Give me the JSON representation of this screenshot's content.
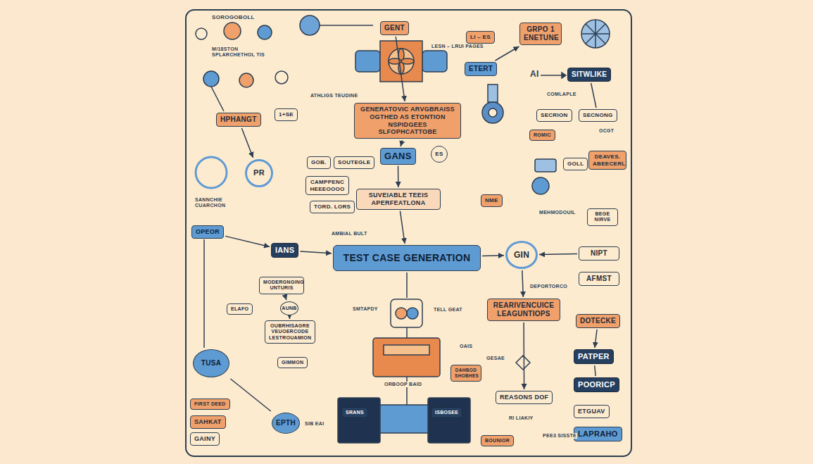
{
  "diagram": {
    "nodes": [
      {
        "text": [
          "GENT"
        ]
      },
      {
        "text": [
          "LI – ES"
        ]
      },
      {
        "text": [
          "GRPO 1 ENETUNE"
        ]
      },
      {
        "text": [
          "ETERT"
        ]
      },
      {
        "text": [
          "SITWLIKE"
        ]
      },
      {
        "text": [
          "HPHANGT"
        ]
      },
      {
        "text": [
          "1+SE"
        ]
      },
      {
        "text": [
          "GENERATOVIC ARVGBRAISS OGTHED AS ETONTION NSPIDGEES SLFOPHCATTOBE"
        ]
      },
      {
        "text": [
          "SECRION"
        ]
      },
      {
        "text": [
          "SECNONG"
        ]
      },
      {
        "text": [
          "ROMIC"
        ]
      },
      {
        "text": [
          "GOB."
        ]
      },
      {
        "text": [
          "SOUTEGLE"
        ]
      },
      {
        "text": [
          "GANS"
        ]
      },
      {
        "text": [
          "ES"
        ]
      },
      {
        "text": [
          "GOLL"
        ]
      },
      {
        "text": [
          "DEAVES. ABEECERL"
        ]
      },
      {
        "text": [
          "PR"
        ]
      },
      {
        "text": [
          "CAMPPENC HEEEOOOO"
        ]
      },
      {
        "text": [
          "TORD. LORS"
        ]
      },
      {
        "text": [
          "SUVEIABLE TEEIS APERFEATLONA"
        ]
      },
      {
        "text": [
          "NME"
        ]
      },
      {
        "text": [
          "BEGE NIRVE"
        ]
      },
      {
        "text": [
          "OPEOR"
        ]
      },
      {
        "text": [
          "IANS"
        ]
      },
      {
        "text": [
          "TEST CASE GENERATION"
        ]
      },
      {
        "text": [
          "GIN"
        ]
      },
      {
        "text": [
          "NIPT"
        ]
      },
      {
        "text": [
          "AFMST"
        ]
      },
      {
        "text": [
          "MODERGNGING UNTURIS"
        ]
      },
      {
        "text": [
          "ELAFO"
        ]
      },
      {
        "text": [
          "AUNB"
        ]
      },
      {
        "text": [
          "REARIVENCUICE LEAGUNTIOPS"
        ]
      },
      {
        "text": [
          "DOTECKE"
        ]
      },
      {
        "text": [
          "OUBRHISAGRE VEUOERCODE LESTROUAMION"
        ]
      },
      {
        "text": [
          "TUSA"
        ]
      },
      {
        "text": [
          "PATPER"
        ]
      },
      {
        "text": [
          "GIMMON"
        ]
      },
      {
        "text": [
          "DAHBOD SHOBHES"
        ]
      },
      {
        "text": [
          "POORICP"
        ]
      },
      {
        "text": [
          "REASONS DOF"
        ]
      },
      {
        "text": [
          "FIRST DEED"
        ]
      },
      {
        "text": [
          "ETGUAV"
        ]
      },
      {
        "text": [
          "SRANS"
        ]
      },
      {
        "text": [
          "ISBOSEE"
        ]
      },
      {
        "text": [
          "SAHKAT"
        ]
      },
      {
        "text": [
          "EPTH"
        ]
      },
      {
        "text": [
          "LAPRAHO"
        ]
      },
      {
        "text": [
          "GAINY"
        ]
      },
      {
        "text": [
          "BOUNIOR"
        ]
      }
    ],
    "edges": [
      {
        "from": 0,
        "to": 7,
        "arrow": "to"
      },
      {
        "from": 7,
        "to": 13,
        "arrow": "to"
      },
      {
        "from": 13,
        "to": 20,
        "arrow": "to"
      },
      {
        "from": 20,
        "to": 25,
        "arrow": "to"
      },
      {
        "from": 24,
        "to": 25,
        "arrow": "to"
      },
      {
        "from": 23,
        "to": 24,
        "arrow": "to"
      },
      {
        "from": 25,
        "to": 26,
        "arrow": "to"
      },
      {
        "from": 27,
        "to": 26,
        "arrow": "to"
      },
      {
        "from": 26,
        "to": 32,
        "arrow": "to"
      },
      {
        "from": 32,
        "to": 40,
        "arrow": "to"
      },
      {
        "from": 33,
        "to": 36,
        "arrow": "to"
      },
      {
        "from": 36,
        "to": 39,
        "arrow": "none"
      },
      {
        "from": 3,
        "to": 2,
        "arrow": "to"
      },
      {
        "from": 35,
        "to": 46,
        "arrow": "none"
      },
      {
        "from": 5,
        "to": 17,
        "arrow": "to"
      },
      {
        "from": 29,
        "to": 31,
        "arrow": "to"
      },
      {
        "from": 31,
        "to": 34,
        "arrow": "to"
      },
      {
        "from": 4,
        "to": 9,
        "arrow": "none"
      }
    ],
    "labels": [
      "SOROGOBOLL",
      "M/18STON SPLARCHETHOL TIS",
      "LESN – LRUI PAGES",
      "ATHLIGS TEUDINE",
      "AI",
      "COMLAPLE",
      "OCGT",
      "AMBIAL BULT",
      "DEPORTORCO",
      "SMTAPDY",
      "TELL GEAT",
      "ORBOOP BAID",
      "SANNCHIE CUARCHON",
      "RI LIAKIY",
      "PEE3 SISSTE",
      "GESAE",
      "OAIS",
      "MEHMODOUIL",
      "SIB EAI"
    ]
  }
}
